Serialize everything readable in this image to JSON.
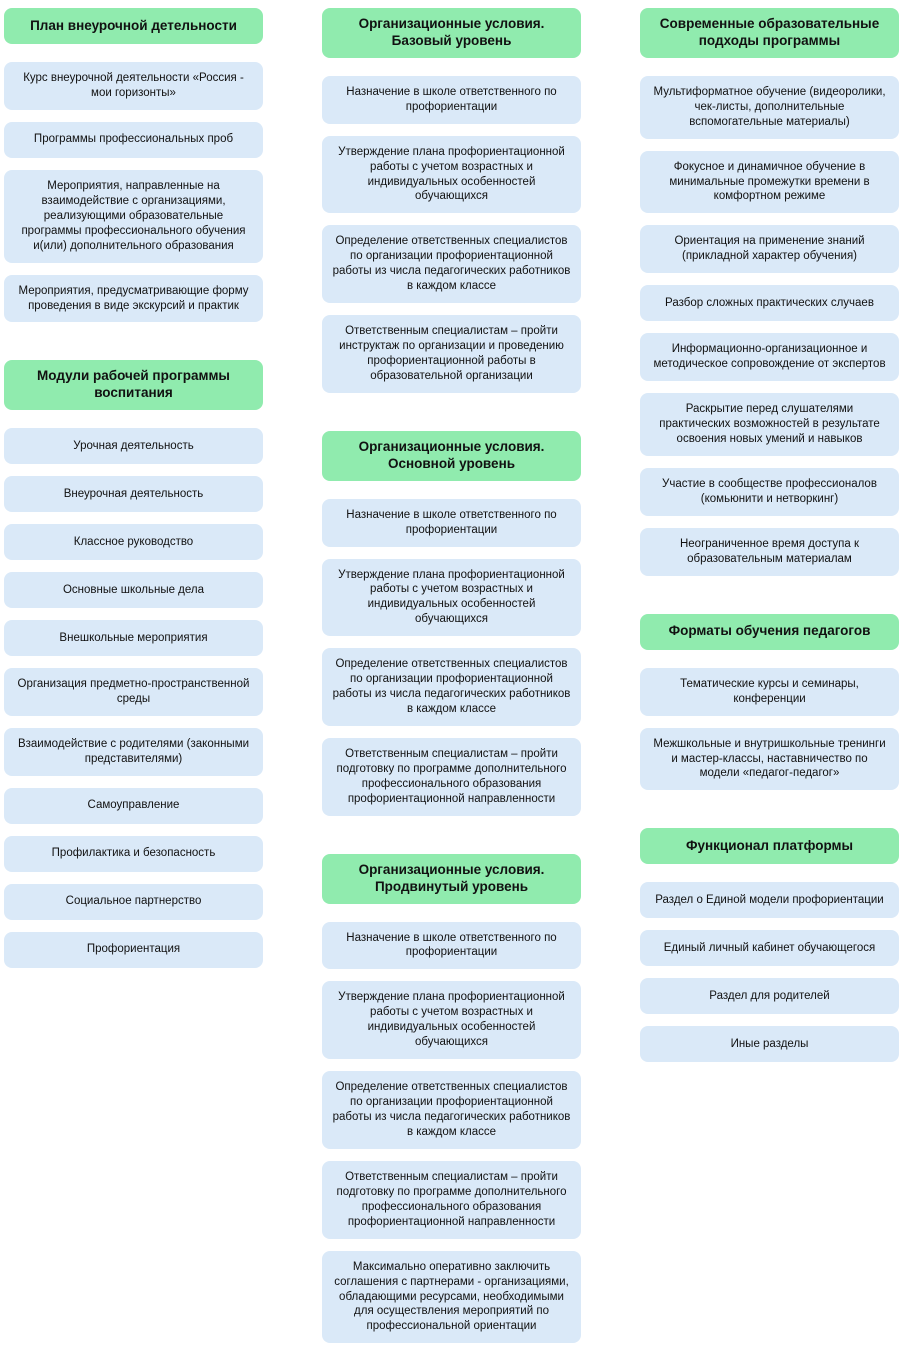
{
  "colors": {
    "background": "#ffffff",
    "header_bg": "#90ebae",
    "item_bg": "#dae9f8",
    "text": "#111111"
  },
  "columns": [
    {
      "name": "left",
      "sections": [
        {
          "title": "План внеурочной детельности",
          "items": [
            "Курс внеурочной деятельности «Россия - мои горизонты»",
            "Программы профессиональных проб",
            "Мероприятия, направленные на взаимодействие с организациями, реализующими образовательные программы профессионального обучения и(или) дополнительного образования",
            "Мероприятия, предусматривающие форму проведения в виде экскурсий и практик"
          ]
        },
        {
          "title": "Модули рабочей программы воспитания",
          "items": [
            "Урочная деятельность",
            "Внеурочная деятельность",
            "Классное руководство",
            "Основные школьные дела",
            "Внешкольные мероприятия",
            "Организация предметно-пространственной среды",
            "Взаимодействие с родителями (законными представителями)",
            "Самоуправление",
            "Профилактика и безопасность",
            "Социальное партнерство",
            "Профориентация"
          ]
        }
      ]
    },
    {
      "name": "middle",
      "sections": [
        {
          "title": "Организационные условия. Базовый уровень",
          "items": [
            "Назначение в школе ответственного по профориентации",
            "Утверждение плана профориентационной работы с учетом возрастных и индивидуальных особенностей обучающихся",
            "Определение ответственных специалистов по организации профориентационной работы из числа педагогических работников в каждом классе",
            "Ответственным специалистам – пройти инструктаж по организации и проведению профориентационной работы в образовательной организации"
          ]
        },
        {
          "title": "Организационные условия. Основной уровень",
          "items": [
            "Назначение в школе ответственного по профориентации",
            "Утверждение плана профориентационной работы с учетом возрастных и индивидуальных особенностей обучающихся",
            "Определение ответственных специалистов по организации профориентационной работы из числа педагогических работников в каждом классе",
            "Ответственным специалистам – пройти подготовку по программе дополнительного профессионального образования профориентационной направленности"
          ]
        },
        {
          "title": "Организационные условия. Продвинутый уровень",
          "items": [
            "Назначение в школе ответственного по профориентации",
            "Утверждение плана профориентационной работы с учетом возрастных и индивидуальных особенностей обучающихся",
            "Определение ответственных специалистов по организации профориентационной работы из числа педагогических работников в каждом классе",
            "Ответственным специалистам – пройти подготовку по программе дополнительного профессионального образования профориентационной направленности",
            "Максимально оперативно заключить соглашения с партнерами - организациями, обладающими ресурсами, необходимыми для осуществления мероприятий по профессиональной ориентации"
          ]
        }
      ]
    },
    {
      "name": "right",
      "sections": [
        {
          "title": "Современные образовательные подходы программы",
          "items": [
            "Мультиформатное обучение (видеоролики, чек-листы, дополнительные вспомогательные материалы)",
            "Фокусное и динамичное обучение в минимальные промежутки времени в комфортном режиме",
            "Ориентация на применение знаний (прикладной характер обучения)",
            "Разбор сложных практических случаев",
            "Информационно-организационное и методическое сопровождение от экспертов",
            "Раскрытие перед слушателями практических возможностей в результате освоения новых умений и навыков",
            "Участие в сообществе профессионалов (комьюнити и нетворкинг)",
            "Неограниченное время доступа к образовательным материалам"
          ]
        },
        {
          "title": "Форматы обучения педагогов",
          "items": [
            "Тематические курсы и семинары, конференции",
            "Межшкольные и внутришкольные тренинги и мастер-классы, наставничество по модели «педагог-педагог»"
          ]
        },
        {
          "title": "Функционал платформы",
          "items": [
            "Раздел о Единой модели профориентации",
            "Единый личный кабинет обучающегося",
            "Раздел для родителей",
            "Иные разделы"
          ]
        }
      ]
    }
  ]
}
